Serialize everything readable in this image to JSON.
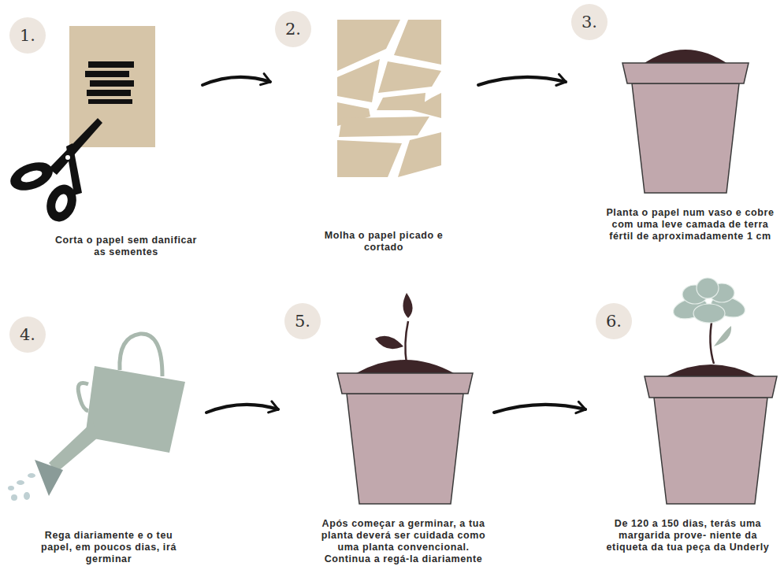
{
  "diagram": {
    "nodes": [
      {
        "text": [
          "1.",
          "Corta o papel sem danificar as sementes"
        ]
      },
      {
        "text": [
          "2.",
          "Molha o papel picado e cortado"
        ]
      },
      {
        "text": [
          "3.",
          "Planta o papel num vaso e cobre com uma leve camada de terra fértil de aproximadamente 1 cm"
        ]
      },
      {
        "text": [
          "4.",
          "Rega diariamente e o teu papel, em poucos dias, irá germinar"
        ]
      },
      {
        "text": [
          "5.",
          "Após começar a germinar, a tua planta deverá ser cuidada como uma planta convencional. Continua a regá-la diariamente"
        ]
      },
      {
        "text": [
          "6.",
          "De 120 a 150 dias, terás uma margarida prove- niente da etiqueta da tua peça da Underly"
        ]
      }
    ],
    "edges": [
      {
        "from": 0,
        "to": 1,
        "arrow": "to"
      },
      {
        "from": 1,
        "to": 2,
        "arrow": "to"
      },
      {
        "from": 3,
        "to": 4,
        "arrow": "to"
      },
      {
        "from": 4,
        "to": 5,
        "arrow": "to"
      }
    ]
  }
}
